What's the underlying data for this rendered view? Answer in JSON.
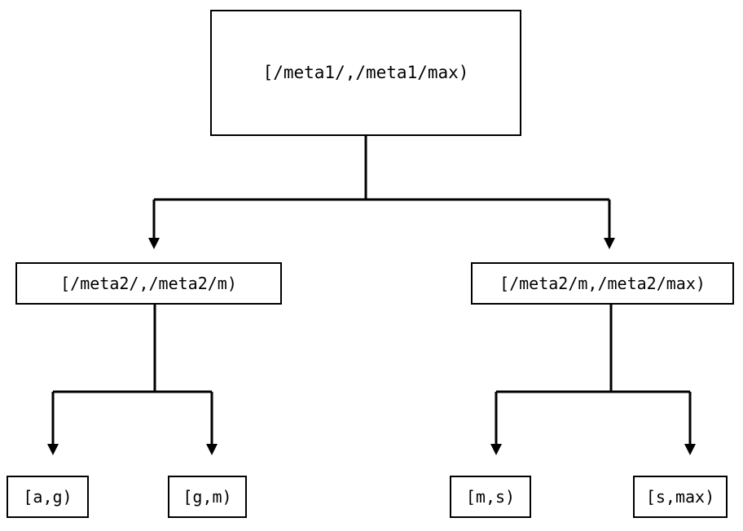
{
  "diagram": {
    "type": "tree",
    "title": "",
    "orientation": "top-down",
    "stroke_color": "#000000",
    "fill_color": "#ffffff",
    "arrowhead": "filled-triangle-down",
    "nodes": {
      "root": {
        "id": "root",
        "label": "[/meta1/,/meta1/max)",
        "level": 0
      },
      "mid_left": {
        "id": "mid_left",
        "label": "[/meta2/,/meta2/m)",
        "level": 1
      },
      "mid_right": {
        "id": "mid_right",
        "label": "[/meta2/m,/meta2/max)",
        "level": 1
      },
      "leaf_ag": {
        "id": "leaf_ag",
        "label": "[a,g)",
        "level": 2
      },
      "leaf_gm": {
        "id": "leaf_gm",
        "label": "[g,m)",
        "level": 2
      },
      "leaf_ms": {
        "id": "leaf_ms",
        "label": "[m,s)",
        "level": 2
      },
      "leaf_smax": {
        "id": "leaf_smax",
        "label": "[s,max)",
        "level": 2
      }
    },
    "edges": [
      {
        "from": "root",
        "to": "mid_left"
      },
      {
        "from": "root",
        "to": "mid_right"
      },
      {
        "from": "mid_left",
        "to": "leaf_ag"
      },
      {
        "from": "mid_left",
        "to": "leaf_gm"
      },
      {
        "from": "mid_right",
        "to": "leaf_ms"
      },
      {
        "from": "mid_right",
        "to": "leaf_smax"
      }
    ]
  }
}
